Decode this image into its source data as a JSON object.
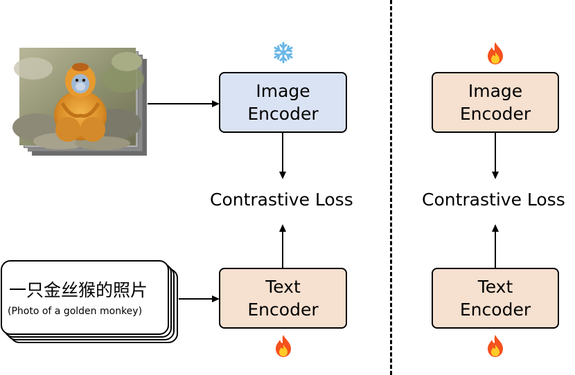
{
  "left_panel": {
    "image_encoder": {
      "line1": "Image",
      "line2": "Encoder",
      "state_icon": "snowflake-icon"
    },
    "text_encoder": {
      "line1": "Text",
      "line2": "Encoder",
      "state_icon": "fire-icon"
    },
    "loss_label": "Contrastive Loss",
    "text_input": {
      "main": "一只金丝猴的照片",
      "sub": "(Photo of a golden monkey)"
    },
    "image_input": {
      "subject_icon": "golden-monkey-photo"
    }
  },
  "right_panel": {
    "image_encoder": {
      "line1": "Image",
      "line2": "Encoder",
      "state_icon": "fire-icon"
    },
    "text_encoder": {
      "line1": "Text",
      "line2": "Encoder",
      "state_icon": "fire-icon"
    },
    "loss_label": "Contrastive Loss"
  },
  "colors": {
    "frozen_encoder_fill": "#dae3f3",
    "trainable_encoder_fill": "#f6e0cf",
    "snowflake": "#6ab7e6",
    "flame_outer": "#f4511e",
    "flame_inner": "#ffca28"
  }
}
